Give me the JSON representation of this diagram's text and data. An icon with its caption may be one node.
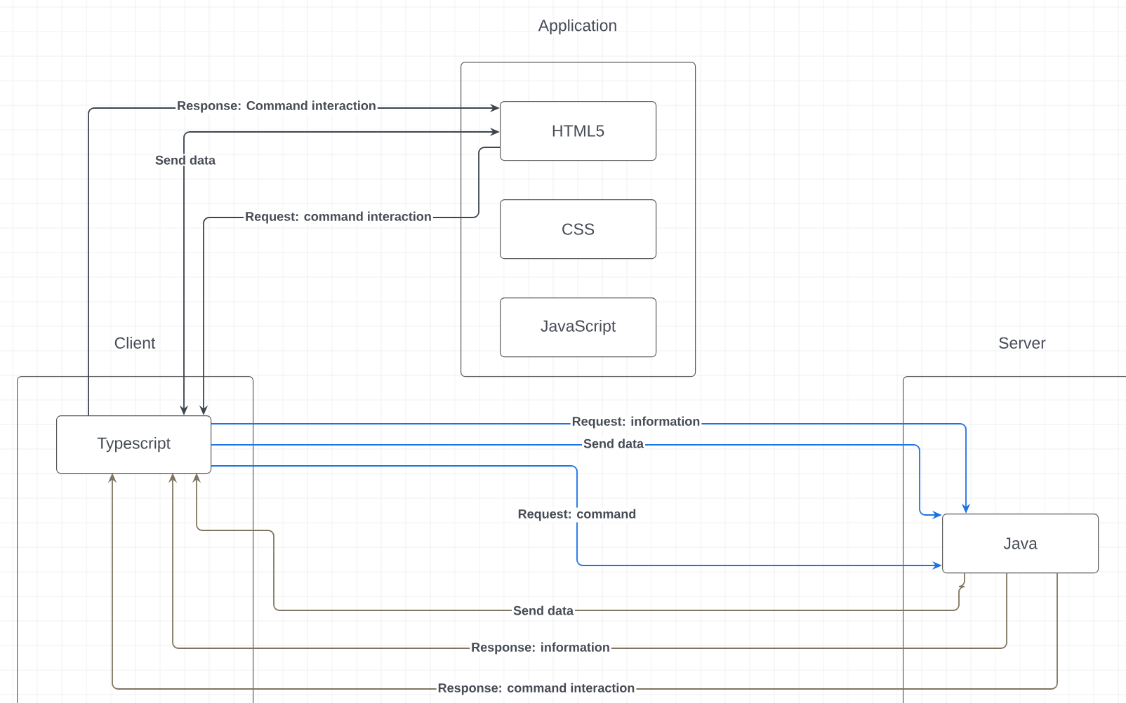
{
  "diagram": {
    "nodes": [
      {
        "text": [
          "Application"
        ]
      },
      {
        "text": [
          "HTML5"
        ],
        "in": 0
      },
      {
        "text": [
          "CSS"
        ],
        "in": 0
      },
      {
        "text": [
          "JavaScript"
        ],
        "in": 0
      },
      {
        "text": [
          "Client"
        ]
      },
      {
        "text": [
          "Typescript"
        ],
        "in": 4
      },
      {
        "text": [
          "Server"
        ]
      },
      {
        "text": [
          "Java"
        ],
        "in": 6
      }
    ],
    "edges": [
      {
        "from": 5,
        "to": 1,
        "arrow": "to",
        "label": "Response: Command interaction"
      },
      {
        "from": 1,
        "to": 5,
        "arrow": "both",
        "label": "Send data"
      },
      {
        "from": 1,
        "to": 5,
        "arrow": "to",
        "label": "Request: command interaction"
      },
      {
        "from": 5,
        "to": 7,
        "arrow": "to",
        "label": "Request: information",
        "color": "#1a73e8"
      },
      {
        "from": 5,
        "to": 7,
        "arrow": "to",
        "label": "Send data",
        "color": "#1a73e8"
      },
      {
        "from": 5,
        "to": 7,
        "arrow": "to",
        "label": "Request: command",
        "color": "#1a73e8"
      },
      {
        "from": 7,
        "to": 5,
        "arrow": "to",
        "label": "Send data",
        "color": "#7f7560"
      },
      {
        "from": 7,
        "to": 5,
        "arrow": "to",
        "label": "Response: information",
        "color": "#7f7560"
      },
      {
        "from": 7,
        "to": 5,
        "arrow": "to",
        "label": "Response: command interaction",
        "color": "#7f7560"
      }
    ]
  }
}
